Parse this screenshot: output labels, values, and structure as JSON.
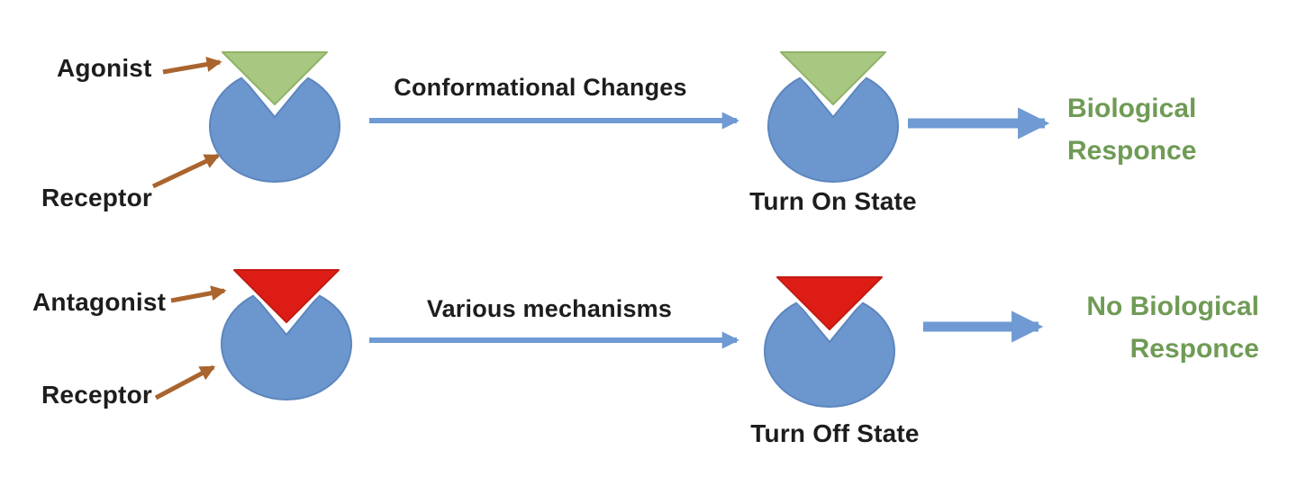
{
  "colors": {
    "receptor_blue": "#6c96ce",
    "receptor_blue_border": "#5d86bd",
    "agonist_green": "#a8c780",
    "agonist_green_border": "#8fb468",
    "antagonist_red": "#dd1d15",
    "antagonist_red_border": "#c21b12",
    "arrow_blue": "#6f9ad3",
    "arrow_brown": "#aa642e",
    "text_black": "#1d1d1d",
    "text_green": "#6f9b55",
    "gap_white": "#ffffff"
  },
  "rows": {
    "agonist": {
      "ligand_label": "Agonist",
      "receptor_label": "Receptor",
      "process_label": "Conformational Changes",
      "state_label": "Turn On State",
      "outcome_line1": "Biological",
      "outcome_line2": "Responce"
    },
    "antagonist": {
      "ligand_label": "Antagonist",
      "receptor_label": "Receptor",
      "process_label": "Various mechanisms",
      "state_label": "Turn Off State",
      "outcome_line1": "No Biological",
      "outcome_line2": "Responce"
    }
  }
}
